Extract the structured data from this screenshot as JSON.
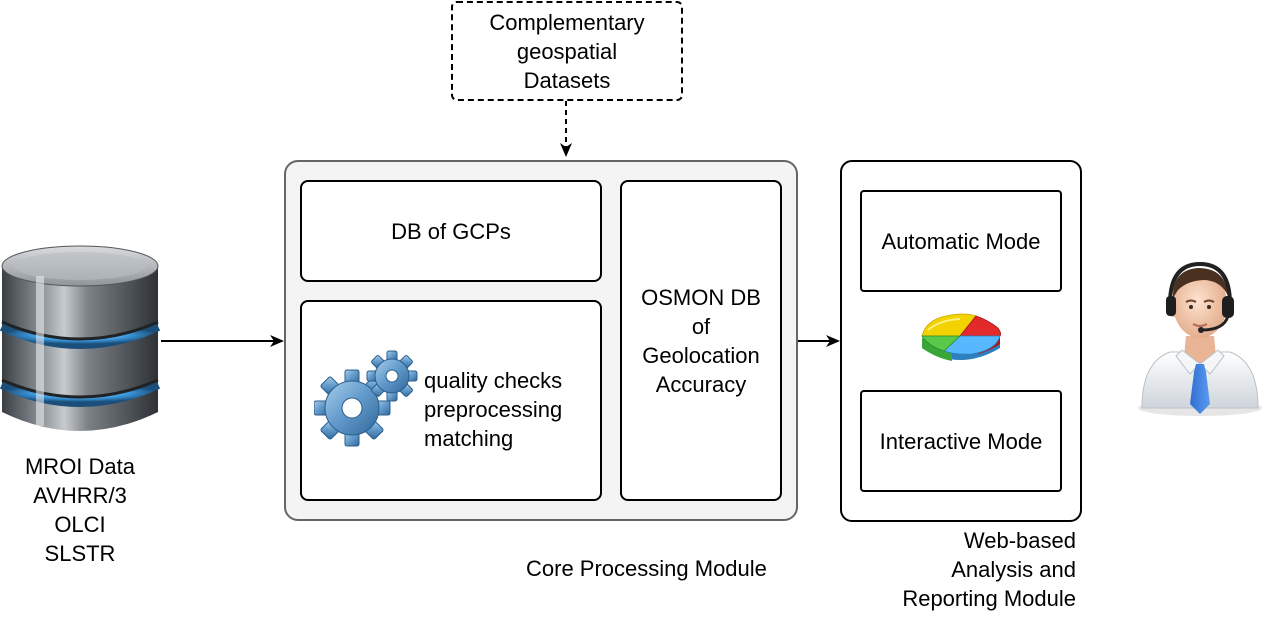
{
  "datasets_box": {
    "label": "Complementary\ngeospatial\nDatasets"
  },
  "data_source": {
    "icon": "database-icon",
    "label": "MROI Data\nAVHRR/3\nOLCI\nSLSTR"
  },
  "core_module": {
    "caption": "Core Processing Module",
    "db_gcps": "DB of GCPs",
    "processing": {
      "icon": "gears-icon",
      "label": "quality checks\npreprocessing\nmatching"
    },
    "osmon_db": "OSMON DB\nof\nGeolocation\nAccuracy"
  },
  "web_module": {
    "caption": "Web-based\nAnalysis and\nReporting Module",
    "automatic_mode": "Automatic Mode",
    "pie_icon": "pie-chart-icon",
    "interactive_mode": "Interactive Mode"
  },
  "user": {
    "icon": "user-headset-icon"
  },
  "colors": {
    "outline": "#000000",
    "core_fill": "#f4f4f4",
    "core_border": "#666666",
    "gear": "#6fa3d0",
    "db_band": "#4aa3e6"
  }
}
